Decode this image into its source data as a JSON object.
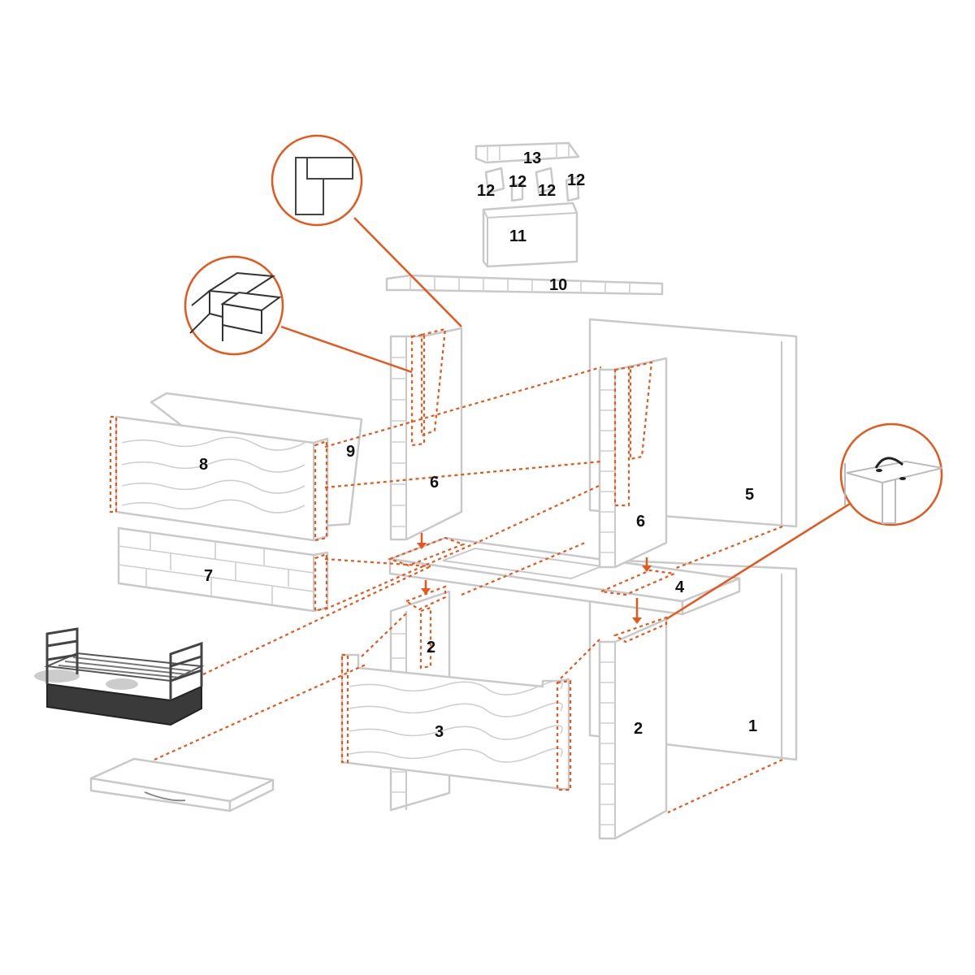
{
  "colors": {
    "accent": "#E8561A",
    "part_outline": "#C9C9C9",
    "label": "#111111",
    "grill_pan": "#3A3A3A"
  },
  "labels": {
    "p1": "1",
    "p2a": "2",
    "p2b": "2",
    "p3": "3",
    "p4": "4",
    "p5": "5",
    "p6a": "6",
    "p6b": "6",
    "p7": "7",
    "p8": "8",
    "p9": "9",
    "p10": "10",
    "p11": "11",
    "p12a": "12",
    "p12b": "12",
    "p12c": "12",
    "p12d": "12",
    "p13": "13"
  },
  "icons": {
    "detail_corner": "l-joint-detail-icon",
    "detail_tongue": "tongue-groove-detail-icon",
    "detail_hook": "anchor-hook-detail-icon",
    "grill": "grill-grate-icon",
    "tray": "ash-tray-icon"
  }
}
